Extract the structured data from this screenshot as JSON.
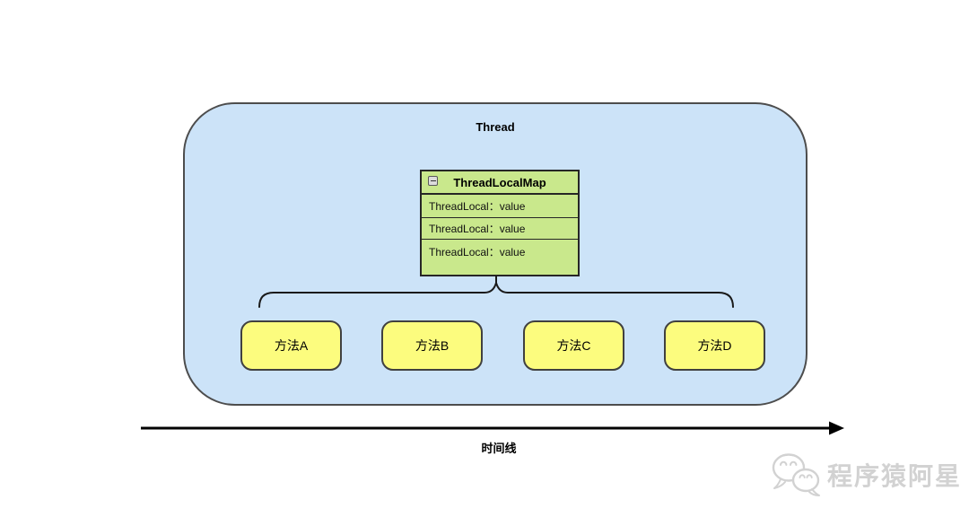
{
  "colors": {
    "container_fill": "#cce3f8",
    "container_border": "#4d4d4d",
    "table_fill": "#c9e88c",
    "table_border": "#262626",
    "method_fill": "#fcfc7e",
    "method_border": "#404040",
    "brace_color": "#1a1a1a",
    "arrow_color": "#000000",
    "watermark_color": "#d2d2d2"
  },
  "thread_container": {
    "label": "Thread"
  },
  "threadlocalmap_table": {
    "title": "ThreadLocalMap",
    "collapse_icon": "minus-collapse-icon",
    "rows": [
      "ThreadLocal：value",
      "ThreadLocal：value",
      "ThreadLocal：value"
    ]
  },
  "method_boxes": [
    {
      "label": "方法A"
    },
    {
      "label": "方法B"
    },
    {
      "label": "方法C"
    },
    {
      "label": "方法D"
    }
  ],
  "timeline": {
    "label": "时间线"
  },
  "watermark": {
    "icon": "wechat-icon",
    "text": "程序猿阿星"
  }
}
